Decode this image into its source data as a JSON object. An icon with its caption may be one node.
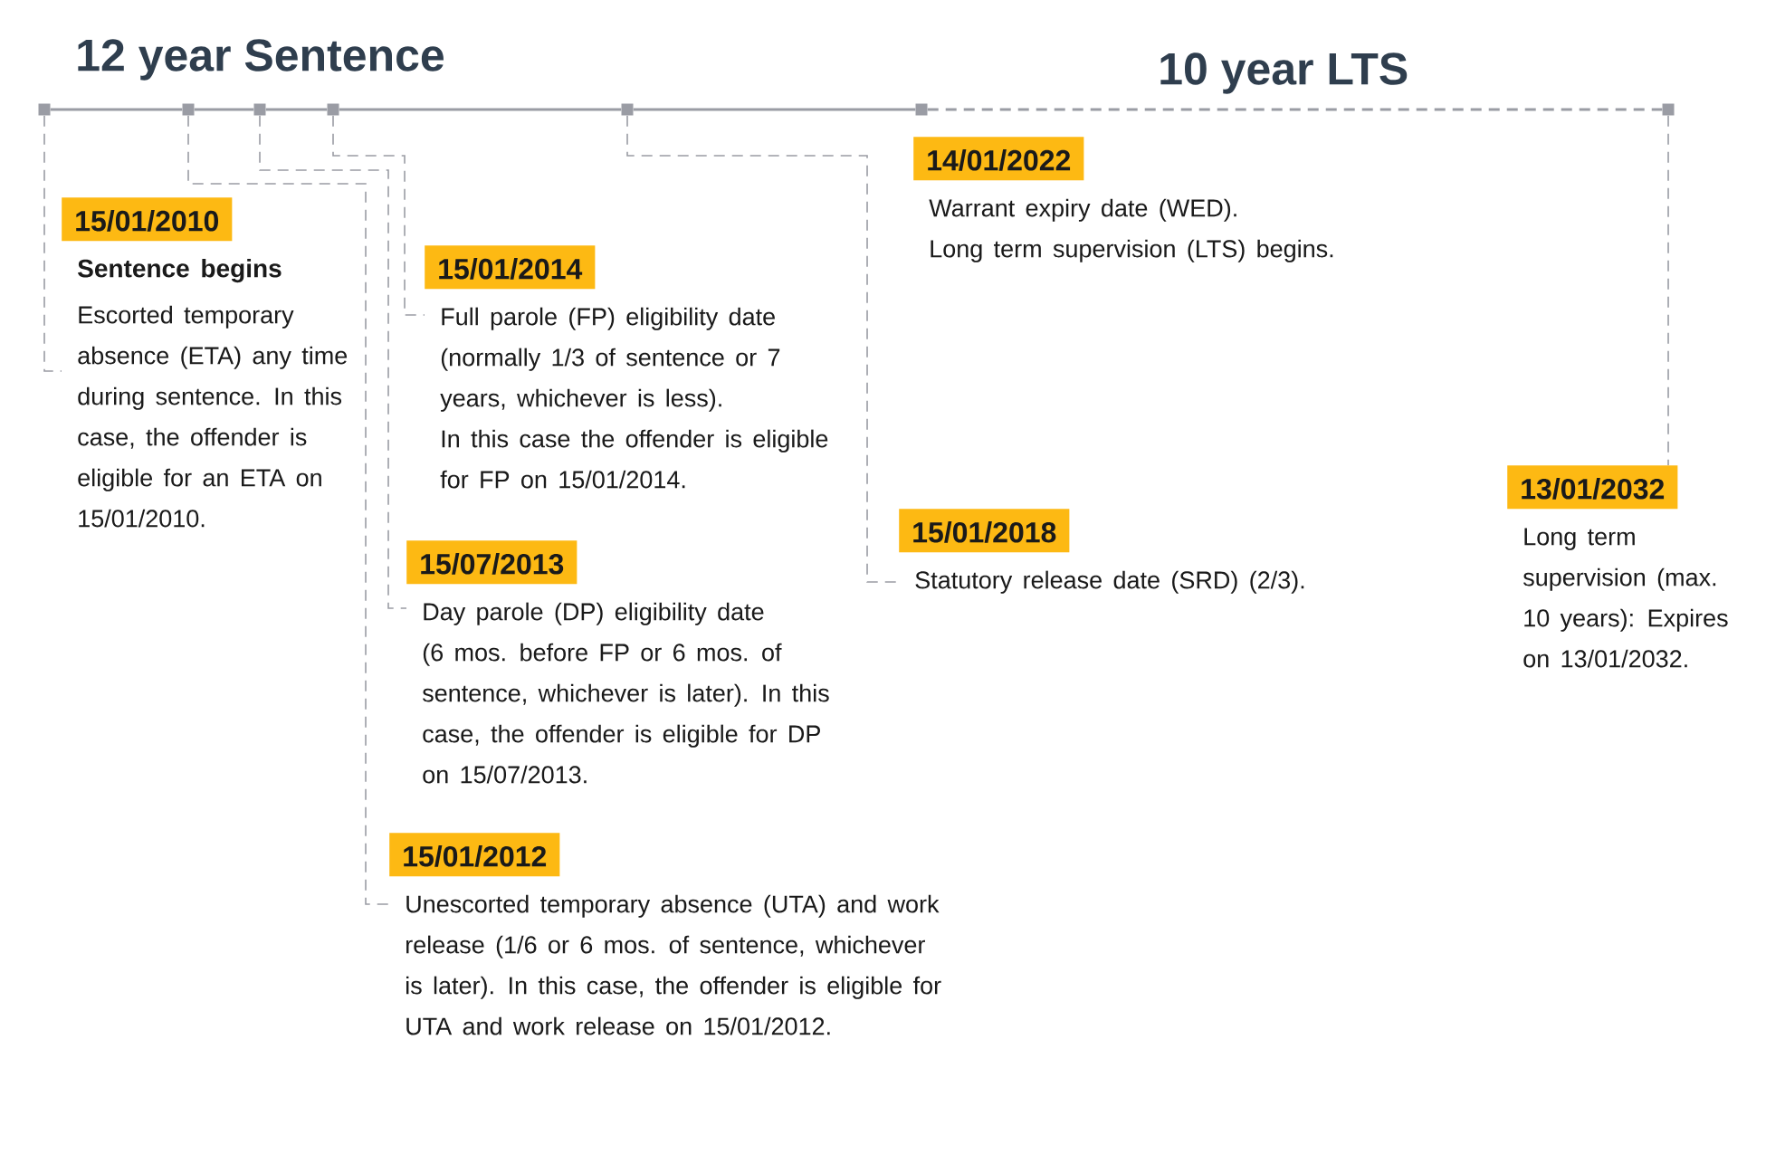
{
  "diagram": {
    "nodes": [
      {
        "text": [],
        "shape": "box"
      },
      {
        "text": [],
        "shape": "box"
      },
      {
        "text": [],
        "shape": "box"
      },
      {
        "text": [],
        "shape": "box"
      },
      {
        "text": [],
        "shape": "box"
      },
      {
        "text": [],
        "shape": "box"
      },
      {
        "text": [],
        "shape": "box"
      },
      {
        "text": [
          "15/01/2010",
          "Sentence begins",
          "Escorted temporary absence (ETA) any time during sentence. In this case, the offender is eligible for an ETA on 15/01/2010."
        ]
      },
      {
        "text": [
          "15/01/2012",
          "Unescorted temporary absence (UTA) and work release (1/6 or 6 mos. of sentence, whichever is later). In this case, the offender is eligible for UTA and work release on 15/01/2012."
        ]
      },
      {
        "text": [
          "15/07/2013",
          "Day parole (DP) eligibility date (6 mos. before FP or 6 mos. of sentence, whichever is later). In this case, the offender is eligible for DP on 15/07/2013."
        ]
      },
      {
        "text": [
          "15/01/2014",
          "Full parole (FP) eligibility date (normally 1/3 of sentence or 7 years, whichever is less).",
          "In this case the offender is eligible for FP on 15/01/2014."
        ]
      },
      {
        "text": [
          "15/01/2018",
          "Statutory release date (SRD) (2/3)."
        ]
      },
      {
        "text": [
          "14/01/2022",
          "Warrant expiry date (WED).",
          "Long term supervision (LTS) begins."
        ]
      },
      {
        "text": [
          "13/01/2032",
          "Long term supervision (max. 10 years): Expires on 13/01/2032."
        ]
      }
    ],
    "edges": [
      {
        "from": 0,
        "to": 1,
        "arrow": "none"
      },
      {
        "from": 1,
        "to": 2,
        "arrow": "none"
      },
      {
        "from": 2,
        "to": 3,
        "arrow": "none"
      },
      {
        "from": 3,
        "to": 4,
        "arrow": "none"
      },
      {
        "from": 4,
        "to": 5,
        "arrow": "none"
      },
      {
        "from": 5,
        "to": 6,
        "arrow": "none",
        "style": "dashed"
      },
      {
        "from": 0,
        "to": 7,
        "arrow": "none",
        "style": "dashed"
      },
      {
        "from": 1,
        "to": 8,
        "arrow": "none",
        "style": "dashed"
      },
      {
        "from": 2,
        "to": 9,
        "arrow": "none",
        "style": "dashed"
      },
      {
        "from": 3,
        "to": 10,
        "arrow": "none",
        "style": "dashed"
      },
      {
        "from": 4,
        "to": 11,
        "arrow": "none",
        "style": "dashed"
      },
      {
        "from": 6,
        "to": 13,
        "arrow": "none",
        "style": "dashed"
      }
    ],
    "labels": [
      "12 year Sentence",
      "10 year LTS"
    ]
  }
}
